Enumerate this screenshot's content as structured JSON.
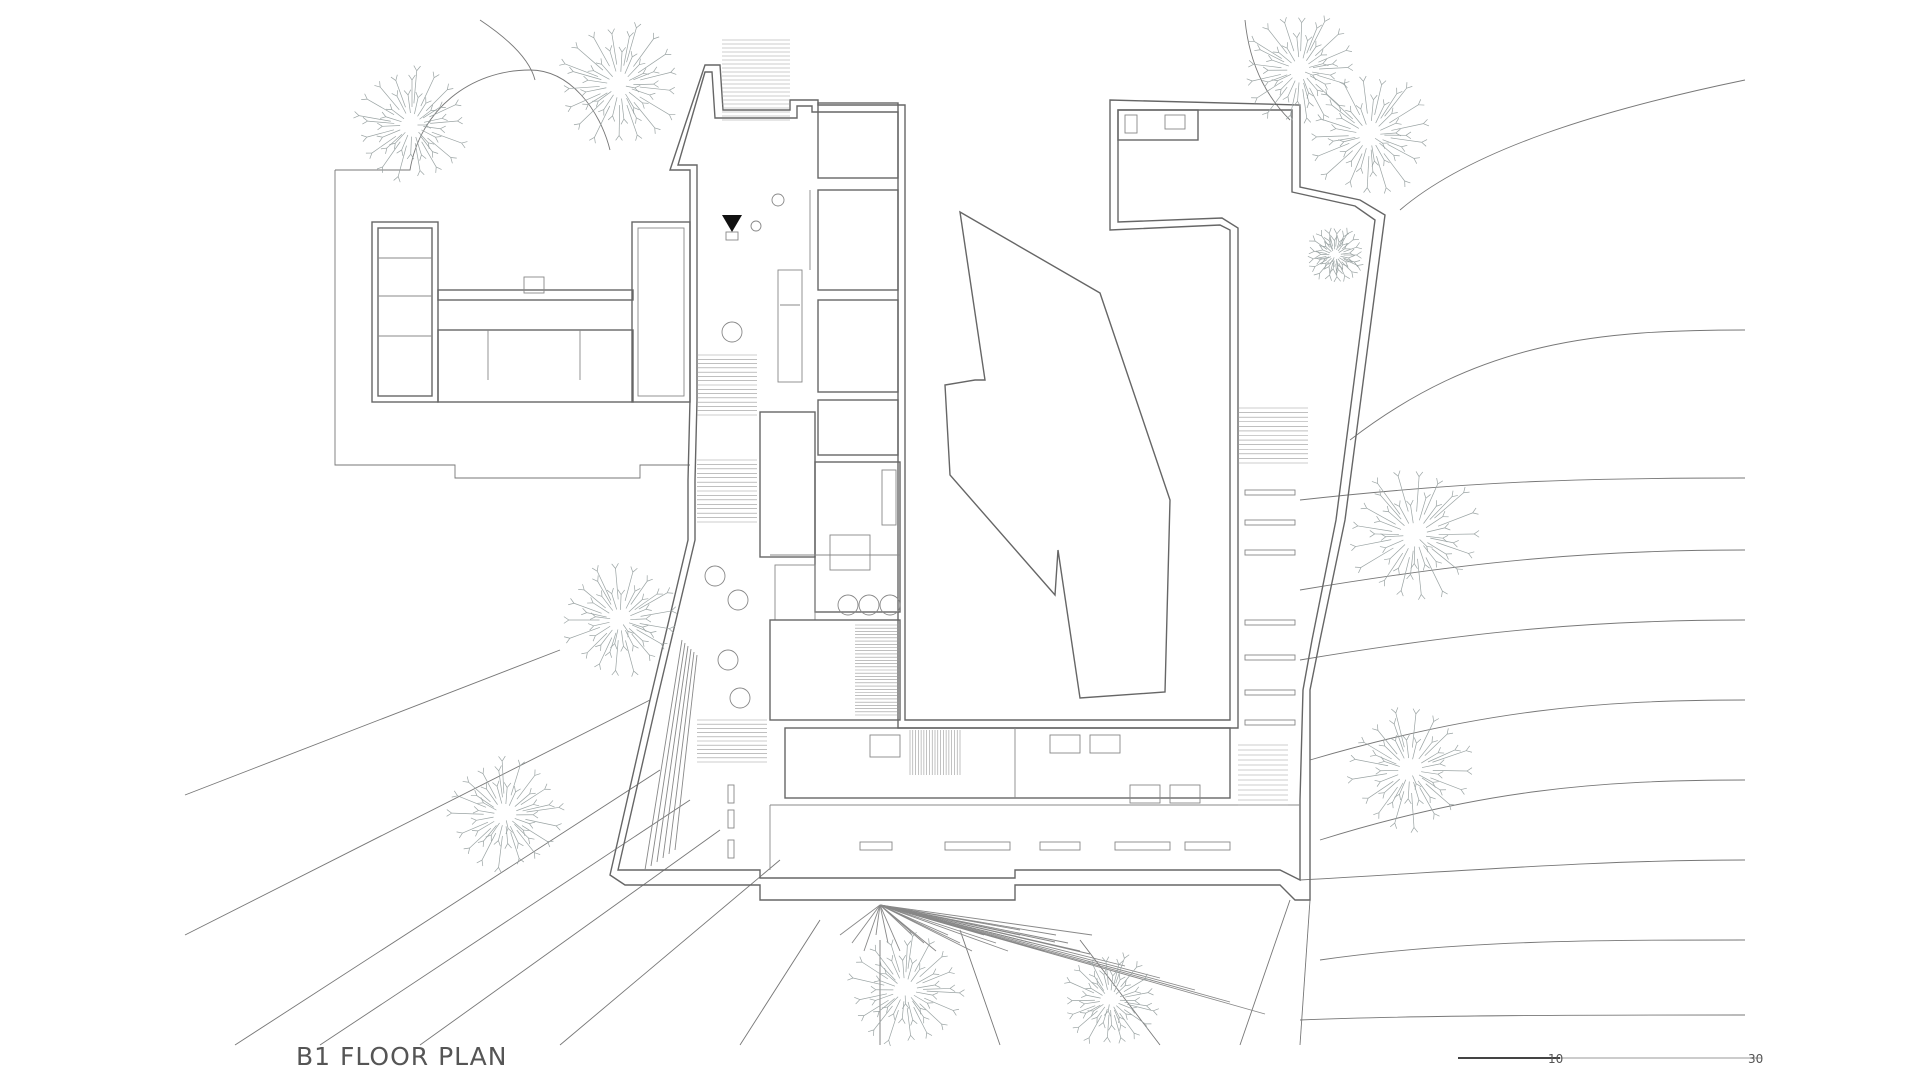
{
  "drawing": {
    "title": "B1 FLOOR PLAN",
    "scale_bar": {
      "labels": [
        "10",
        "30"
      ]
    }
  },
  "colors": {
    "line": "#666666",
    "light_line": "#888888",
    "tree": "#9aa3a3",
    "background": "#ffffff"
  },
  "icons": {
    "entrance_marker": "triangle-down",
    "trees": "tree-sketch"
  }
}
